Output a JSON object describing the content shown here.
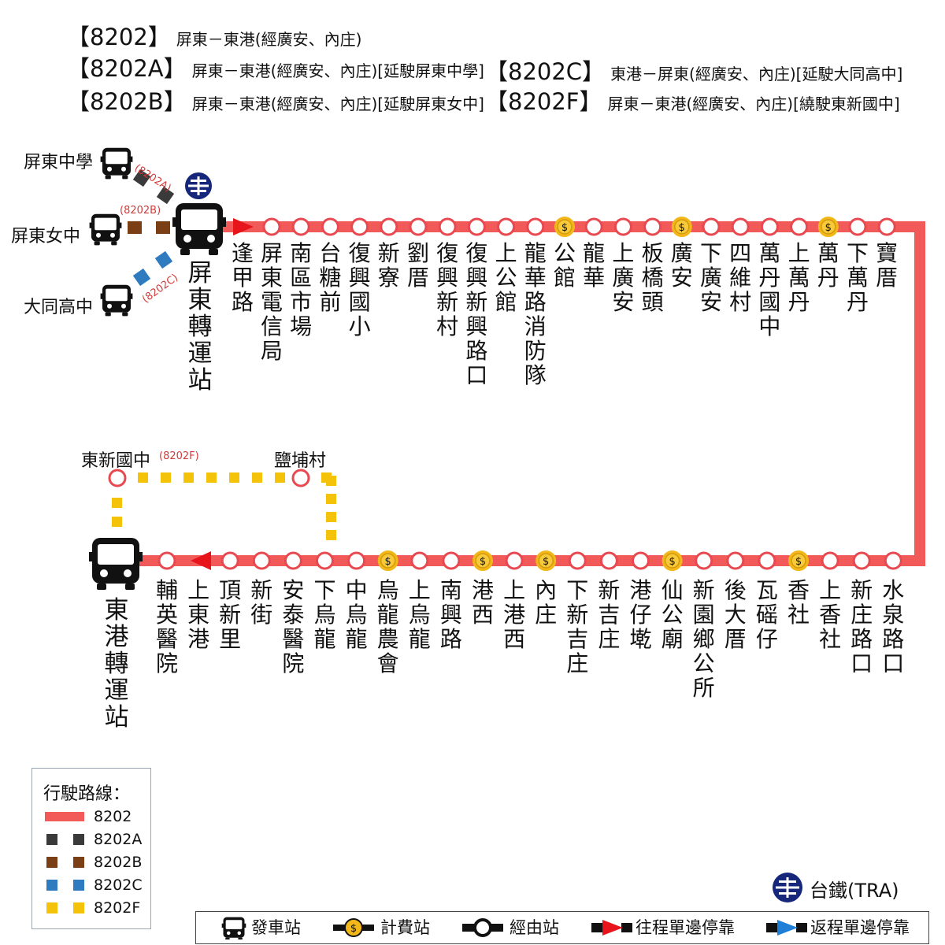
{
  "header": {
    "lines": [
      {
        "code": "【8202】",
        "desc": "屏東－東港(經廣安、內庄)"
      },
      {
        "code": "【8202A】",
        "desc": "屏東－東港(經廣安、內庄)[延駛屏東中學]"
      },
      {
        "code": "【8202B】",
        "desc": "屏東－東港(經廣安、內庄)[延駛屏東女中]"
      },
      {
        "code": "【8202C】",
        "desc": "東港－屏東(經廣安、內庄)[延駛大同高中]"
      },
      {
        "code": "【8202F】",
        "desc": "屏東－東港(經廣安、內庄)[繞駛東新國中]"
      }
    ]
  },
  "branches": {
    "a_stop": "屏東中學",
    "a_code": "(8202A)",
    "b_stop": "屏東女中",
    "b_code": "(8202B)",
    "c_stop": "大同高中",
    "c_code": "(8202C)",
    "f_stop1": "東新國中",
    "f_code": "(8202F)",
    "f_stop2": "鹽埔村"
  },
  "terminals": {
    "start": "屏東轉運站",
    "end": "東港轉運站"
  },
  "top_row": [
    {
      "name": "逢甲路",
      "toll": false
    },
    {
      "name": "屏東電信局",
      "toll": false
    },
    {
      "name": "南區市場",
      "toll": false
    },
    {
      "name": "台糖前",
      "toll": false
    },
    {
      "name": "復興國小",
      "toll": false
    },
    {
      "name": "新寮",
      "toll": false
    },
    {
      "name": "劉厝",
      "toll": false
    },
    {
      "name": "復興新村",
      "toll": false
    },
    {
      "name": "復興新興路口",
      "toll": false
    },
    {
      "name": "上公館",
      "toll": false
    },
    {
      "name": "龍華路消防隊",
      "toll": false
    },
    {
      "name": "公館",
      "toll": true
    },
    {
      "name": "龍華",
      "toll": false
    },
    {
      "name": "上廣安",
      "toll": false
    },
    {
      "name": "板橋頭",
      "toll": false
    },
    {
      "name": "廣安",
      "toll": true
    },
    {
      "name": "下廣安",
      "toll": false
    },
    {
      "name": "四維村",
      "toll": false
    },
    {
      "name": "萬丹國中",
      "toll": false
    },
    {
      "name": "上萬丹",
      "toll": false
    },
    {
      "name": "萬丹",
      "toll": true
    },
    {
      "name": "下萬丹",
      "toll": false
    },
    {
      "name": "寶厝",
      "toll": false
    }
  ],
  "bottom_row": [
    {
      "name": "輔英醫院",
      "toll": false
    },
    {
      "name": "上東港",
      "toll": false
    },
    {
      "name": "頂新里",
      "toll": false
    },
    {
      "name": "新街",
      "toll": false
    },
    {
      "name": "安泰醫院",
      "toll": false
    },
    {
      "name": "下烏龍",
      "toll": false
    },
    {
      "name": "中烏龍",
      "toll": false
    },
    {
      "name": "烏龍農會",
      "toll": true
    },
    {
      "name": "上烏龍",
      "toll": false
    },
    {
      "name": "南興路",
      "toll": false
    },
    {
      "name": "港西",
      "toll": true
    },
    {
      "name": "上港西",
      "toll": false
    },
    {
      "name": "內庄",
      "toll": true
    },
    {
      "name": "下新吉庄",
      "toll": false
    },
    {
      "name": "新吉庄",
      "toll": false
    },
    {
      "name": "港仔墘",
      "toll": false
    },
    {
      "name": "仙公廟",
      "toll": true
    },
    {
      "name": "新園鄉公所",
      "toll": false
    },
    {
      "name": "後大厝",
      "toll": false
    },
    {
      "name": "瓦磘仔",
      "toll": false
    },
    {
      "name": "香社",
      "toll": true
    },
    {
      "name": "上香社",
      "toll": false
    },
    {
      "name": "新庄路口",
      "toll": false
    },
    {
      "name": "水泉路口",
      "toll": false
    }
  ],
  "legend": {
    "title": "行駛路線：",
    "items": [
      {
        "label": "8202",
        "color": "#f25a5a",
        "style": "solid"
      },
      {
        "label": "8202A",
        "color": "#3a3a3a",
        "style": "dash"
      },
      {
        "label": "8202B",
        "color": "#7a3f15",
        "style": "dash"
      },
      {
        "label": "8202C",
        "color": "#2e7bbf",
        "style": "dash"
      },
      {
        "label": "8202F",
        "color": "#f5c20a",
        "style": "dash"
      }
    ]
  },
  "tra": {
    "label": "台鐵(TRA)",
    "icon": "tra-logo-icon"
  },
  "bottom_legend": [
    {
      "label": "發車站",
      "icon": "bus-icon"
    },
    {
      "label": "計費站",
      "icon": "toll-coin-icon"
    },
    {
      "label": "經由站",
      "icon": "stop-circle-icon"
    },
    {
      "label": "往程單邊停靠",
      "icon": "red-arrow-icon"
    },
    {
      "label": "返程單邊停靠",
      "icon": "blue-arrow-icon"
    }
  ],
  "colors": {
    "main_route": "#f25a5a",
    "route_a": "#3a3a3a",
    "route_b": "#7a3f15",
    "route_c": "#2e7bbf",
    "route_f": "#f5c20a",
    "stop_ring": "#e8484f",
    "coin": "#f2b81a",
    "tra_blue": "#16267a"
  }
}
